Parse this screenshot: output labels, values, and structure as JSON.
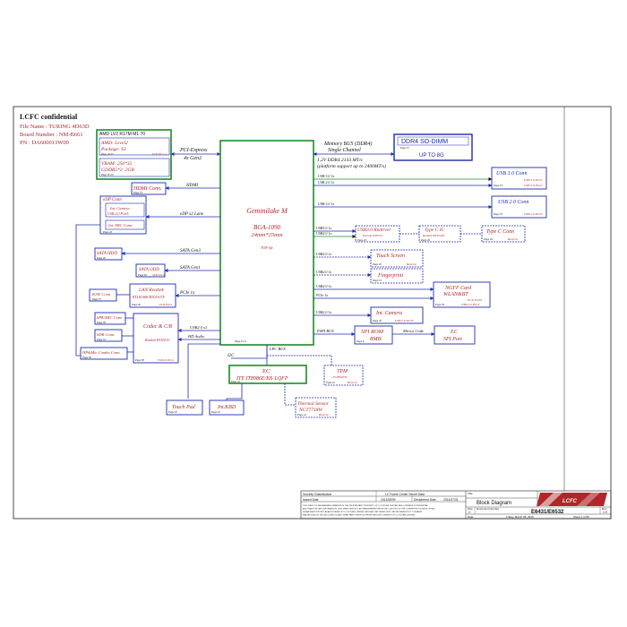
{
  "header": {
    "confidential": "LCFC confidential",
    "file_name": "File Name : TURING 4D63D",
    "board_number": "Board Number : NM-B661",
    "pn": "PN : DA600013W00"
  },
  "cpu": {
    "name": "Geminilake M",
    "package": "BGA-1090",
    "size": "24mm*25mm",
    "view": "TOP life",
    "page": "Page 6~14"
  },
  "amd": {
    "title": "AMD LV2 R17M M1 70",
    "level": "AMD: Level2",
    "pkg": "Package: S3",
    "page": "Page 19~25",
    "pcie": "PCIe Port 1~4",
    "vram": "VRAM: 256*32",
    "gddr": "GDDR5*2: 2GB",
    "page2": "Page 26~29"
  },
  "links": {
    "pci_express": "PCI-Express",
    "gen2": "4x Gen2",
    "memory_bus": "Memory BUS (DDR4)",
    "single_channel": "Single Channel",
    "ddr_voltage": "1.2V DDR4 2133 MT/s",
    "ddr_support": "(platform support up to 2400MT/s)",
    "hdmi": "HDMI",
    "edp": "eDP x2 Lane",
    "sata_gen3": "SATA Gen3",
    "sata_gen1": "SATA Gen1",
    "pcie_x1_lan": "PCIe 1x",
    "usb_x1": "USB2.0 x1",
    "hd_audio": "HD Audio",
    "i2c": "I2C",
    "lpc_bus": "LPC BUS",
    "usb30_1": "USB 3.0 1x",
    "usb20_1": "USB 2.0 1x",
    "usb30_2": "USB 3.0 1x",
    "usb30_3": "USB3.0 1x",
    "usb20_3": "USB2.0 1x",
    "usb20_ts": "USB2.0 1x",
    "usb20_fp": "USB2.0 1x",
    "usb20_wl": "USB2.0 1x",
    "pcie_wl": "PCIe 1x",
    "usb20_cam": "USB2.0 1x",
    "fspi": "FSPI BUS",
    "mirror": "Mirror Code"
  },
  "ddr": {
    "title": "DDR4 SO-DIMM",
    "page": "Page 15",
    "upto": "UP TO 8G"
  },
  "usb30a": {
    "title": "USB 3.0 Conn",
    "page": "Page 33",
    "port1": "USB 3.0 Port1",
    "port2": "USB 3.0 Port2"
  },
  "usb20c": {
    "title": "USB 2.0 Conn",
    "page": "Page 33",
    "port": "USB 2.0 Port3"
  },
  "redriver": {
    "title": "USB3.0 Redriver",
    "chip": "Parade PS8713",
    "page": "Page 20"
  },
  "typec_ic": {
    "title": "Type C IC",
    "chip": "Realtek RTS5449",
    "page": "Page 29"
  },
  "typec_conn": {
    "title": "Type C Conn",
    "page": "Page 29",
    "reserve": "Reserve"
  },
  "touchscreen": {
    "title": "Touch Screen",
    "page": "Page 29",
    "reserve": "Reserve"
  },
  "fingerprint": {
    "title": "Fingerprint",
    "page": "Page 34"
  },
  "ngff": {
    "title": "NGFF Card",
    "sub": "WLAN&BT",
    "pcie": "PCIe Port3",
    "usb": "USB 2.0 Port7",
    "page": "Page 36"
  },
  "intcam2": {
    "title": "Int. Camera",
    "page": "Page 26",
    "usb": "USB 2.0 Port5"
  },
  "spirom": {
    "title": "SPI ROM",
    "size": "8MB",
    "page": "Page 6"
  },
  "ecspi": {
    "title": "EC",
    "sub": "SPI Port"
  },
  "hdmi_conn": {
    "title": "HDMI Conn.",
    "page": "Page 31"
  },
  "edp_conn": {
    "title": "eDP Conn",
    "cam": "Int. Camera",
    "cam_port": "USB 2.0 Port5",
    "mic": "Int. MIC Conn.",
    "page": "Page 26"
  },
  "sata_hdd": {
    "title": "SATA HDD",
    "page": "Page 40"
  },
  "sata_odd": {
    "title": "SATA ODD",
    "page": "Page 40",
    "port": "SATA Port2"
  },
  "lan": {
    "title": "LAN Realtek",
    "chip": "RTL8106E/RTL8107E",
    "page": "Page 36",
    "port": "PCIe Port4"
  },
  "rj45": {
    "title": "RJ45 Conn",
    "page": "Page 37"
  },
  "codec": {
    "title": "Codec & C/R",
    "chip": "Realtek RTS5119",
    "page": "Page 38",
    "port": "USB 2.0 Port4"
  },
  "spk": {
    "title": "SPK/MIC Conn",
    "page": "Page 38"
  },
  "sdr": {
    "title": "SDR Conn.",
    "page": "Page 34"
  },
  "hp": {
    "title": "HP&Mic Combo Conn.",
    "page": "Page 38"
  },
  "ec": {
    "title": "EC",
    "chip": "ITE  IT8986E/BX-LQFP",
    "page": "Page 44"
  },
  "tpm": {
    "title": "TPM",
    "chip": "Z32H320TC",
    "page": "Page 42",
    "reserve": "Reserve"
  },
  "touchpad": {
    "title": "Touch Pad",
    "page": "Page 45"
  },
  "kbd": {
    "title": "Int.KBD",
    "page": "Page 45"
  },
  "thermal": {
    "title": "Thermal Sensor",
    "chip": "NCT7718W",
    "page": "Page 44",
    "reserve": "Reserve"
  },
  "title_block": {
    "security": "Security Classification",
    "secret": "LC Future Center Secret Data",
    "issued": "Issued Date",
    "issued_val": "2013/08/09",
    "deciphered": "Deciphered Date",
    "deciphered_val": "2014/07/31",
    "legal1": "THIS SHEET OF ENGINEERING DRAWING IS THE PROPRIETARY PROPERTY OF LC FUTURE CENTER. AND CONTAINS CONFIDENTIAL",
    "legal2": "AND TRADE SECRET INFORMATION. THIS SHEET MAY NOT BE TRANSFERRED FROM THE CUSTODY OF THE COMPETENT DIVISION OF R&D",
    "legal3": "DEPARTMENT EXCEPT AS AUTHORIZED BY LC FUTURE CENTER. NEITHER THIS SHEET NOR THE INFORMATION IT CONTAINS",
    "legal4": "MAY BE USED BY OR DISCLOSED TO ANY THIRD PARTY WITHOUT PRIOR WRITTEN CONSENT OF LC FUTURE CENTER.",
    "title_label": "Title",
    "title": "Block Diagram",
    "size": "Size",
    "size_val": "C",
    "doc_label": "Document Number",
    "doc": "E6431/E6532",
    "rev_label": "Rev",
    "rev": "1.0",
    "date_label": "Date:",
    "date": "Friday, March 06, 2015",
    "sheet": "Sheet  1  of  56",
    "logo": "LCFC"
  },
  "colors": {
    "green": "#1f8a2a",
    "blue": "#1c2cb0",
    "red": "#b0262a",
    "darkred": "#8a1a1a",
    "black": "#111111"
  }
}
